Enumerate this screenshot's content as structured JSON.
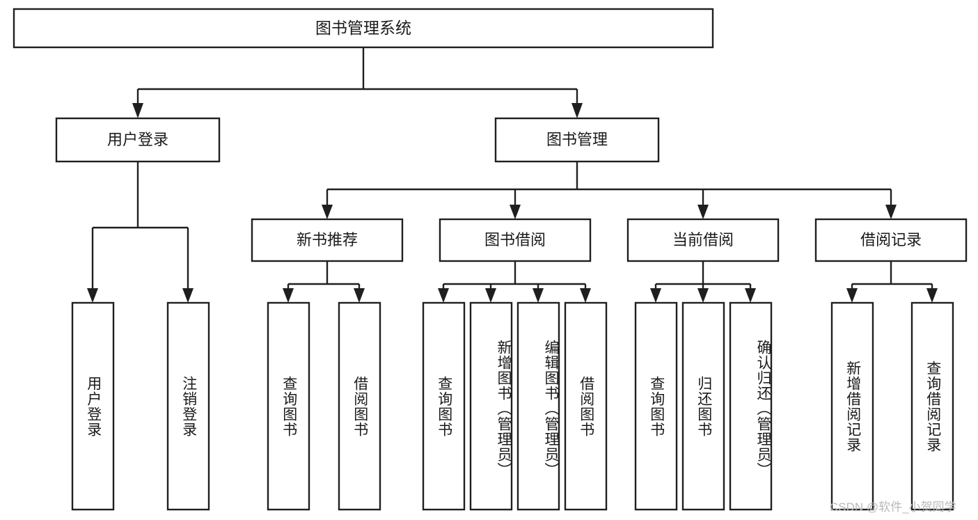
{
  "diagram": {
    "title": "图书管理系统",
    "type": "tree",
    "root": {
      "id": "root",
      "label": "图书管理系统"
    },
    "level2": [
      {
        "id": "user-login",
        "label": "用户登录"
      },
      {
        "id": "book-manage",
        "label": "图书管理"
      }
    ],
    "level3": [
      {
        "id": "new-book-recommend",
        "label": "新书推荐",
        "parent": "book-manage"
      },
      {
        "id": "book-borrow",
        "label": "图书借阅",
        "parent": "book-manage"
      },
      {
        "id": "current-borrow",
        "label": "当前借阅",
        "parent": "book-manage"
      },
      {
        "id": "borrow-record",
        "label": "借阅记录",
        "parent": "book-manage"
      }
    ],
    "leaves": [
      {
        "id": "leaf-user-login",
        "label": "用户登录",
        "parent": "user-login"
      },
      {
        "id": "leaf-logout",
        "label": "注销登录",
        "parent": "user-login"
      },
      {
        "id": "leaf-query-book-1",
        "label": "查询图书",
        "parent": "new-book-recommend"
      },
      {
        "id": "leaf-borrow-book-1",
        "label": "借阅图书",
        "parent": "new-book-recommend"
      },
      {
        "id": "leaf-query-book-2",
        "label": "查询图书",
        "parent": "book-borrow"
      },
      {
        "id": "leaf-add-book",
        "label": "新增图书（管理员）",
        "parent": "book-borrow"
      },
      {
        "id": "leaf-edit-book",
        "label": "编辑图书（管理员）",
        "parent": "book-borrow"
      },
      {
        "id": "leaf-borrow-book-2",
        "label": "借阅图书",
        "parent": "book-borrow"
      },
      {
        "id": "leaf-query-book-3",
        "label": "查询图书",
        "parent": "current-borrow"
      },
      {
        "id": "leaf-return-book",
        "label": "归还图书",
        "parent": "current-borrow"
      },
      {
        "id": "leaf-confirm-return",
        "label": "确认归还（管理员）",
        "parent": "current-borrow"
      },
      {
        "id": "leaf-add-record",
        "label": "新增借阅记录",
        "parent": "borrow-record"
      },
      {
        "id": "leaf-query-record",
        "label": "查询借阅记录",
        "parent": "borrow-record"
      }
    ],
    "colors": {
      "stroke": "#1f1f1f",
      "fill": "#ffffff",
      "text": "#1a1a1a",
      "watermark": "#b9b9b9"
    }
  },
  "watermark": {
    "text": "CSDN @软件_小贺同学"
  }
}
